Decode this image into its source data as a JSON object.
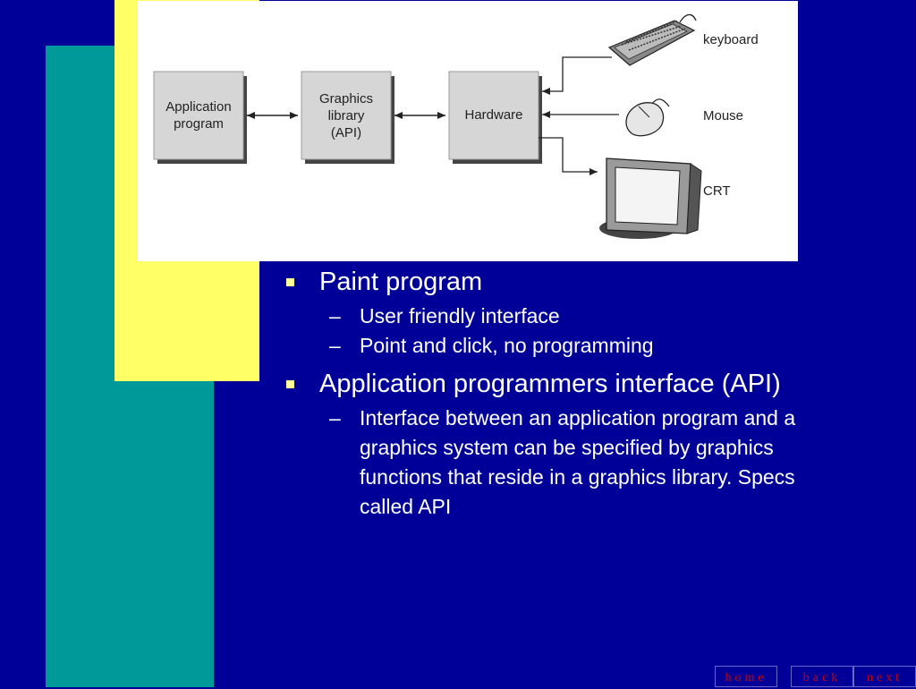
{
  "diagram": {
    "boxes": [
      {
        "label": "Application\nprogram"
      },
      {
        "label": "Graphics\nlibrary\n(API)"
      },
      {
        "label": "Hardware"
      }
    ],
    "devices": [
      {
        "label": "keyboard",
        "icon": "keyboard-icon"
      },
      {
        "label": "Mouse",
        "icon": "mouse-icon"
      },
      {
        "label": "CRT",
        "icon": "crt-monitor-icon"
      }
    ]
  },
  "content": {
    "bullets": [
      {
        "text": "Paint program",
        "subs": [
          "User friendly interface",
          "Point and click, no programming"
        ]
      },
      {
        "text": "Application programmers interface  (API)",
        "subs": [
          "Interface between an application program and a graphics system can be specified by graphics functions that reside in a graphics library.  Specs called API"
        ]
      }
    ],
    "dash": "–"
  },
  "nav": {
    "home": "home",
    "back": "back",
    "next": "next"
  },
  "colors": {
    "background": "#000099",
    "teal": "#009999",
    "yellow": "#ffff66",
    "bullet": "#ffff99",
    "nav_text": "#cc0000"
  }
}
